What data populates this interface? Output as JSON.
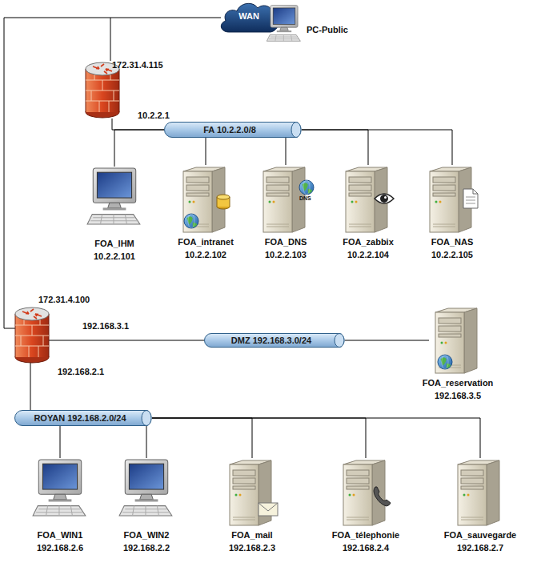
{
  "diagram": {
    "nodes": [
      {
        "text": [
          "WAN"
        ]
      },
      {
        "text": [
          "PC-Public"
        ]
      },
      {
        "text": [
          "FA 10.2.2.0/8"
        ]
      },
      {
        "text": [
          "FOA_IHM",
          "10.2.2.101"
        ]
      },
      {
        "text": [
          "FOA_intranet",
          "10.2.2.102"
        ]
      },
      {
        "text": [
          "FOA_DNS",
          "10.2.2.103"
        ]
      },
      {
        "text": [
          "FOA_zabbix",
          "10.2.2.104"
        ]
      },
      {
        "text": [
          "FOA_NAS",
          "10.2.2.105"
        ]
      },
      {
        "text": [
          "DMZ 192.168.3.0/24"
        ]
      },
      {
        "text": [
          "FOA_reservation",
          "192.168.3.5"
        ]
      },
      {
        "text": [
          "ROYAN 192.168.2.0/24"
        ]
      },
      {
        "text": [
          "FOA_WIN1",
          "192.168.2.6"
        ]
      },
      {
        "text": [
          "FOA_WIN2",
          "192.168.2.2"
        ]
      },
      {
        "text": [
          "FOA_mail",
          "192.168.2.3"
        ]
      },
      {
        "text": [
          "FOA_télephonie",
          "192.168.2.4"
        ]
      },
      {
        "text": [
          "FOA_sauvegarde",
          "192.168.2.7"
        ]
      }
    ],
    "edges": [
      {
        "from": 2,
        "to": 3,
        "arrow": "none"
      },
      {
        "from": 2,
        "to": 4,
        "arrow": "none"
      },
      {
        "from": 2,
        "to": 5,
        "arrow": "none"
      },
      {
        "from": 2,
        "to": 6,
        "arrow": "none"
      },
      {
        "from": 2,
        "to": 7,
        "arrow": "none"
      },
      {
        "from": 8,
        "to": 9,
        "arrow": "none"
      },
      {
        "from": 10,
        "to": 11,
        "arrow": "none"
      },
      {
        "from": 10,
        "to": 12,
        "arrow": "none"
      },
      {
        "from": 10,
        "to": 13,
        "arrow": "none"
      },
      {
        "from": 10,
        "to": 14,
        "arrow": "none"
      },
      {
        "from": 10,
        "to": 15,
        "arrow": "none"
      }
    ],
    "labels": [
      "172.31.4.115",
      "10.2.2.1",
      "172.31.4.100",
      "192.168.3.1",
      "192.168.2.1",
      "DNS"
    ]
  }
}
